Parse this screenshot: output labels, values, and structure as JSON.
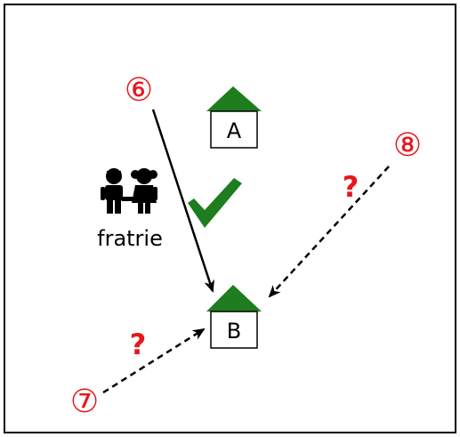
{
  "houses": {
    "a": {
      "label": "A",
      "roof_color": "#1e7d1e"
    },
    "b": {
      "label": "B",
      "roof_color": "#1e7d1e"
    }
  },
  "markers": {
    "six": "⑥",
    "seven": "⑦",
    "eight": "⑧",
    "color": "#e8161c"
  },
  "question_marks": {
    "upper": "?",
    "lower": "?",
    "color": "#e8161c"
  },
  "siblings": {
    "label": "fratrie",
    "icon": "siblings-icon"
  },
  "check": {
    "icon": "checkmark-icon",
    "color": "#1e7d1e"
  },
  "arrows": [
    {
      "from": "marker-6",
      "to": "house-b",
      "style": "solid"
    },
    {
      "from": "marker-8",
      "to": "house-b",
      "style": "dashed"
    },
    {
      "from": "marker-7",
      "to": "house-b",
      "style": "dashed"
    }
  ]
}
